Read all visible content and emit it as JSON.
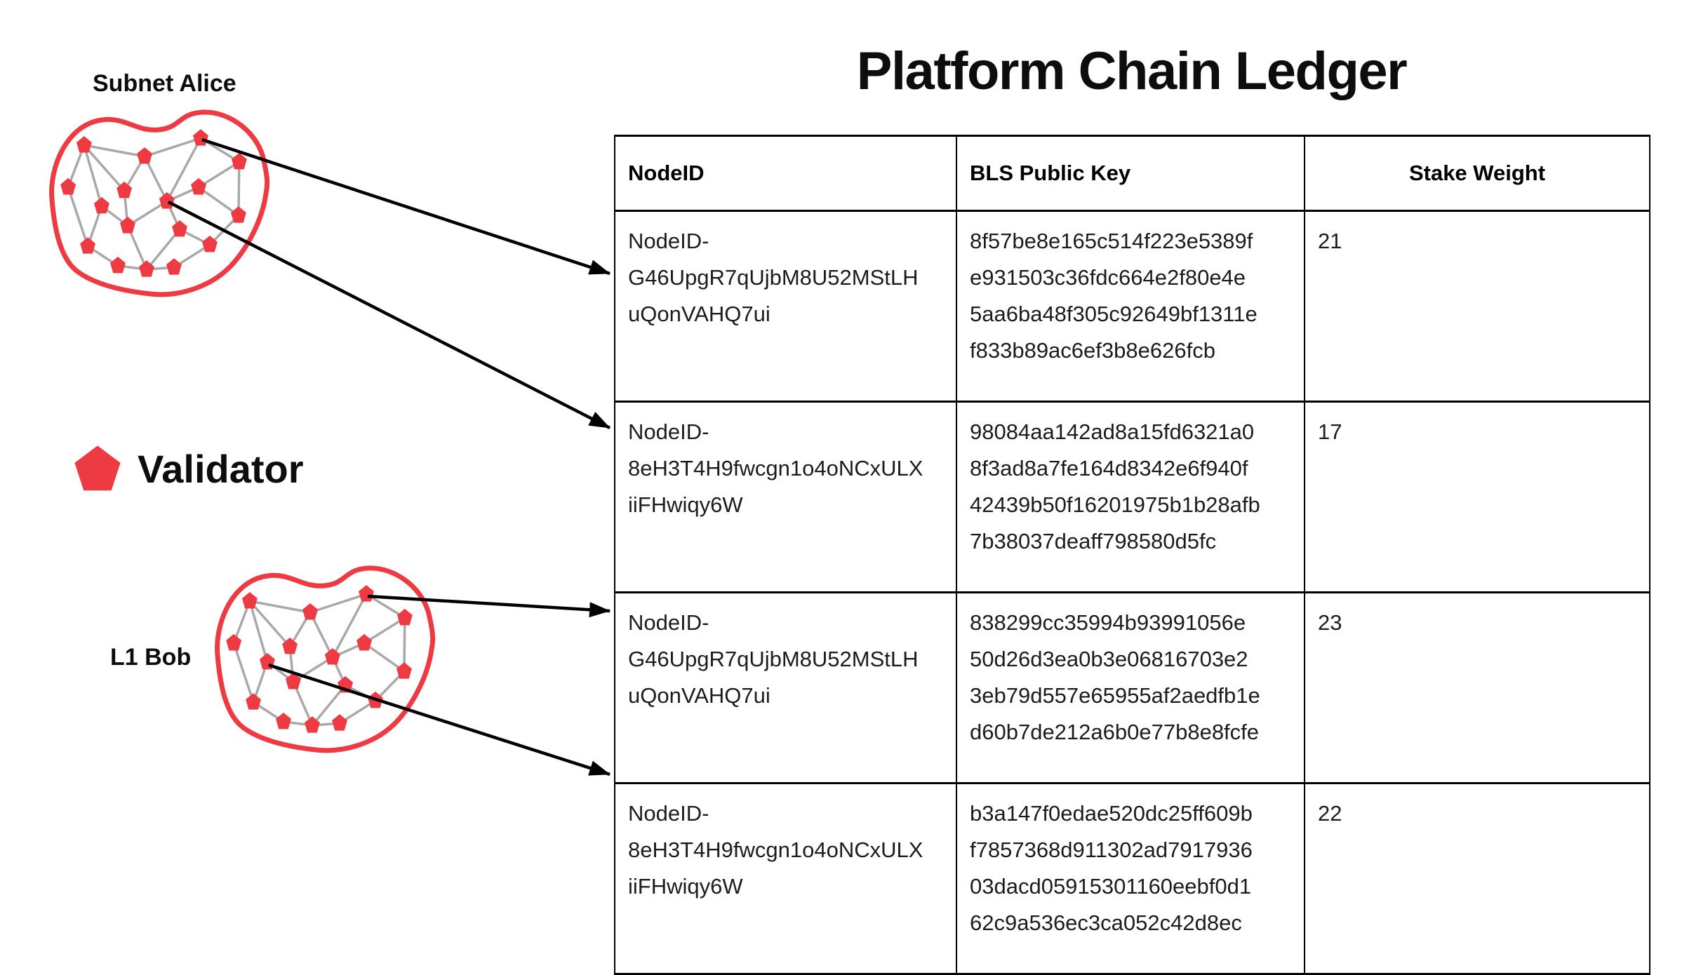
{
  "header": {
    "title": "Platform Chain Ledger"
  },
  "legend": {
    "label": "Validator",
    "icon": "pentagon-icon"
  },
  "clusters": [
    {
      "label": "Subnet Alice"
    },
    {
      "label": "L1 Bob"
    }
  ],
  "arrows": [
    {
      "from": "Subnet Alice",
      "to": "table row 1"
    },
    {
      "from": "Subnet Alice",
      "to": "table row 2"
    },
    {
      "from": "L1 Bob",
      "to": "table row 3"
    },
    {
      "from": "L1 Bob",
      "to": "table row 4"
    }
  ],
  "colors": {
    "accent_red": "#ee3b43",
    "edge_gray": "#a9a9a9",
    "arrow_black": "#000000"
  },
  "network_graph": {
    "nodes": [
      [
        17.2,
        20.0
      ],
      [
        43.7,
        25.8
      ],
      [
        68.3,
        16.4
      ],
      [
        85.2,
        28.7
      ],
      [
        10.2,
        41.8
      ],
      [
        34.8,
        43.6
      ],
      [
        67.4,
        41.8
      ],
      [
        24.9,
        51.6
      ],
      [
        53.5,
        49.1
      ],
      [
        84.9,
        56.4
      ],
      [
        36.3,
        61.8
      ],
      [
        59.1,
        63.6
      ],
      [
        72.3,
        71.6
      ],
      [
        18.8,
        72.4
      ],
      [
        32.0,
        82.5
      ],
      [
        44.6,
        84.4
      ],
      [
        56.6,
        83.3
      ]
    ],
    "edges": [
      [
        0,
        1
      ],
      [
        1,
        2
      ],
      [
        2,
        3
      ],
      [
        0,
        4
      ],
      [
        0,
        5
      ],
      [
        0,
        7
      ],
      [
        1,
        5
      ],
      [
        1,
        8
      ],
      [
        2,
        8
      ],
      [
        3,
        6
      ],
      [
        3,
        9
      ],
      [
        6,
        8
      ],
      [
        6,
        9
      ],
      [
        4,
        13
      ],
      [
        7,
        13
      ],
      [
        7,
        10
      ],
      [
        5,
        10
      ],
      [
        8,
        10
      ],
      [
        8,
        11
      ],
      [
        9,
        12
      ],
      [
        11,
        12
      ],
      [
        11,
        15
      ],
      [
        10,
        15
      ],
      [
        13,
        14
      ],
      [
        14,
        15
      ],
      [
        15,
        16
      ],
      [
        12,
        16
      ]
    ]
  },
  "table": {
    "headers": [
      "NodeID",
      "BLS Public Key",
      "Stake Weight"
    ],
    "rows": [
      {
        "node_id": "NodeID-G46UpgR7qUjbM8U52MStLHuQonVAHQ7ui",
        "node_id_lines": [
          "NodeID-",
          "G46UpgR7qUjbM8U52MStLH",
          "uQonVAHQ7ui"
        ],
        "bls_public_key": "8f57be8e165c514f223e5389fe931503c36fdc664e2f80e4e5aa6ba48f305c92649bf1311ef833b89ac6ef3b8e626fcb",
        "bls_public_key_lines": [
          "8f57be8e165c514f223e5389f",
          "e931503c36fdc664e2f80e4e",
          "5aa6ba48f305c92649bf1311e",
          "f833b89ac6ef3b8e626fcb"
        ],
        "stake_weight": "21"
      },
      {
        "node_id": "NodeID-8eH3T4H9fwcgn1o4oNCxULXiiFHwiqy6W",
        "node_id_lines": [
          "NodeID-",
          "8eH3T4H9fwcgn1o4oNCxULX",
          "iiFHwiqy6W"
        ],
        "bls_public_key": "98084aa142ad8a15fd6321a08f3ad8a7fe164d8342e6f940f42439b50f16201975b1b28afb7b38037deaff798580d5fc",
        "bls_public_key_lines": [
          "98084aa142ad8a15fd6321a0",
          "8f3ad8a7fe164d8342e6f940f",
          "42439b50f16201975b1b28afb",
          "7b38037deaff798580d5fc"
        ],
        "stake_weight": "17"
      },
      {
        "node_id": "NodeID-G46UpgR7qUjbM8U52MStLHuQonVAHQ7ui",
        "node_id_lines": [
          "NodeID-",
          "G46UpgR7qUjbM8U52MStLH",
          "uQonVAHQ7ui"
        ],
        "bls_public_key": "838299cc35994b93991056e50d26d3ea0b3e06816703e23eb79d557e65955af2aedfb1ed60b7de212a6b0e77b8e8fcfe",
        "bls_public_key_lines": [
          "838299cc35994b93991056e",
          "50d26d3ea0b3e06816703e2",
          "3eb79d557e65955af2aedfb1e",
          "d60b7de212a6b0e77b8e8fcfe"
        ],
        "stake_weight": "23"
      },
      {
        "node_id": "NodeID-8eH3T4H9fwcgn1o4oNCxULXiiFHwiqy6W",
        "node_id_lines": [
          "NodeID-",
          "8eH3T4H9fwcgn1o4oNCxULX",
          "iiFHwiqy6W"
        ],
        "bls_public_key": "b3a147f0edae520dc25ff609bf7857368d911302ad791793603dacd05915301160eebf0d162c9a536ec3ca052c42d8ec",
        "bls_public_key_lines": [
          "b3a147f0edae520dc25ff609b",
          "f7857368d911302ad7917936",
          "03dacd05915301160eebf0d1",
          "62c9a536ec3ca052c42d8ec"
        ],
        "stake_weight": "22"
      }
    ]
  }
}
